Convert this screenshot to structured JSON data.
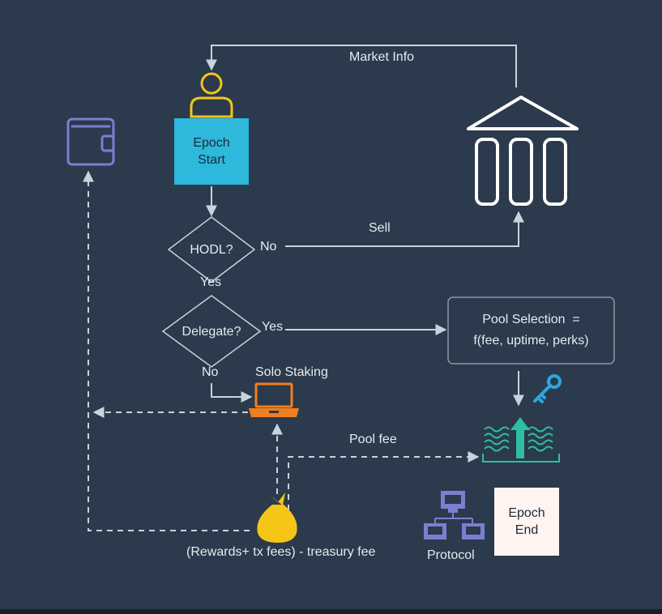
{
  "nodes": {
    "epoch_start": "Epoch\nStart",
    "hodl": "HODL?",
    "delegate": "Delegate?",
    "pool_selection": "Pool Selection  =\nf(fee, uptime, perks)",
    "epoch_end": "Epoch\nEnd",
    "protocol": "Protocol",
    "solo_staking": "Solo Staking",
    "rewards": "(Rewards+ tx fees) - treasury fee"
  },
  "edges": {
    "market_info": "Market Info",
    "sell": "Sell",
    "hodl_no": "No",
    "hodl_yes": "Yes",
    "delegate_yes": "Yes",
    "delegate_no": "No",
    "pool_fee": "Pool fee"
  },
  "icons": [
    "user-icon",
    "bank-icon",
    "wallet-icon",
    "laptop-icon",
    "key-icon",
    "pool-icon",
    "money-bag-icon",
    "network-icon"
  ],
  "colors": {
    "background": "#2b3a4c",
    "epoch_start": "#2eb8dc",
    "epoch_end": "#fff4f0",
    "user": "#f5c518",
    "laptop": "#f07f1f",
    "wallet": "#7b7fd1",
    "network": "#7b7fd1",
    "pool": "#2fbfa0",
    "key": "#2ba8e0",
    "line": "#c9d3dc"
  }
}
